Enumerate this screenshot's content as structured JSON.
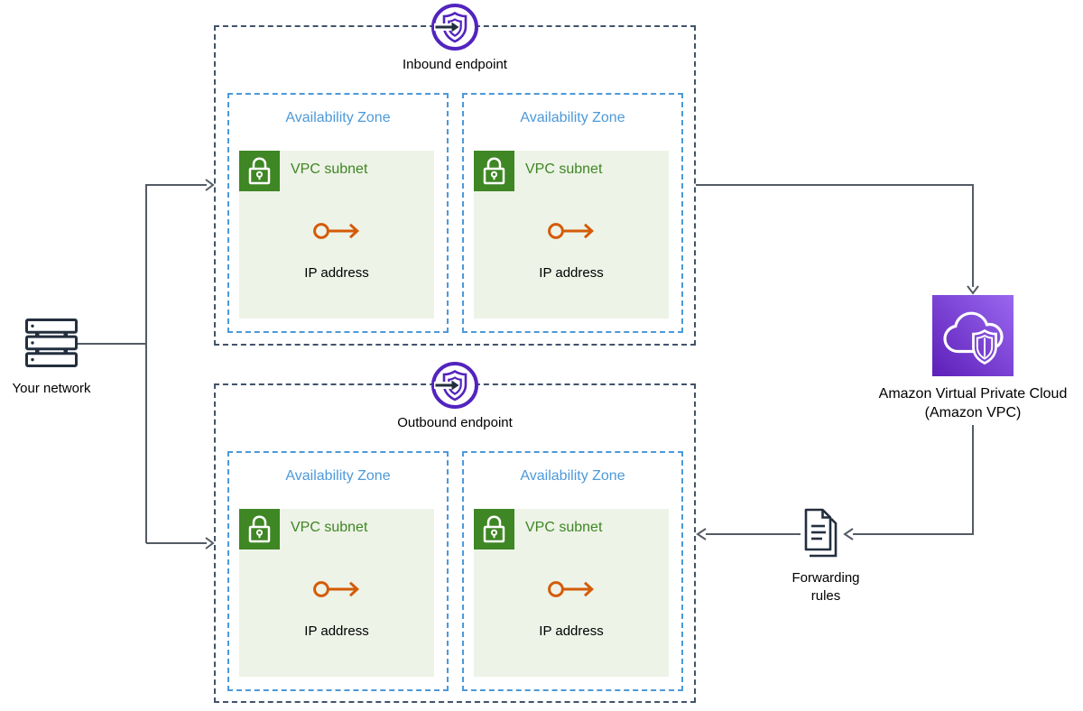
{
  "inbound": {
    "title": "Inbound endpoint",
    "zones": [
      {
        "az_label": "Availability Zone",
        "subnet_label": "VPC subnet",
        "ip_label": "IP address"
      },
      {
        "az_label": "Availability Zone",
        "subnet_label": "VPC subnet",
        "ip_label": "IP address"
      }
    ]
  },
  "outbound": {
    "title": "Outbound endpoint",
    "zones": [
      {
        "az_label": "Availability Zone",
        "subnet_label": "VPC subnet",
        "ip_label": "IP address"
      },
      {
        "az_label": "Availability Zone",
        "subnet_label": "VPC subnet",
        "ip_label": "IP address"
      }
    ]
  },
  "your_network": {
    "label": "Your network"
  },
  "amazon_vpc": {
    "label_line1": "Amazon Virtual Private Cloud",
    "label_line2": "(Amazon VPC)"
  },
  "forwarding_rules": {
    "label_line1": "Forwarding",
    "label_line2": "rules"
  },
  "icons": {
    "inbound_endpoint": "resolver-endpoint-shield-arrow-icon",
    "outbound_endpoint": "resolver-endpoint-shield-arrow-icon",
    "vpc_subnet": "padlock-icon",
    "ip_address": "circle-arrow-right-icon",
    "your_network": "server-stack-icon",
    "amazon_vpc": "cloud-shield-icon",
    "forwarding_rules": "stacked-documents-icon"
  },
  "colors": {
    "endpoint_purple": "#5224BE",
    "vpc_grad_dark": "#5C1FB8",
    "vpc_grad_light": "#9A67F0",
    "az_blue": "#4D99D9",
    "box_slate": "#41536B",
    "green": "#3F8624",
    "subnet_bg": "#EDF3E7",
    "orange": "#D45B07",
    "connector": "#545B64",
    "navy": "#232F3E"
  }
}
